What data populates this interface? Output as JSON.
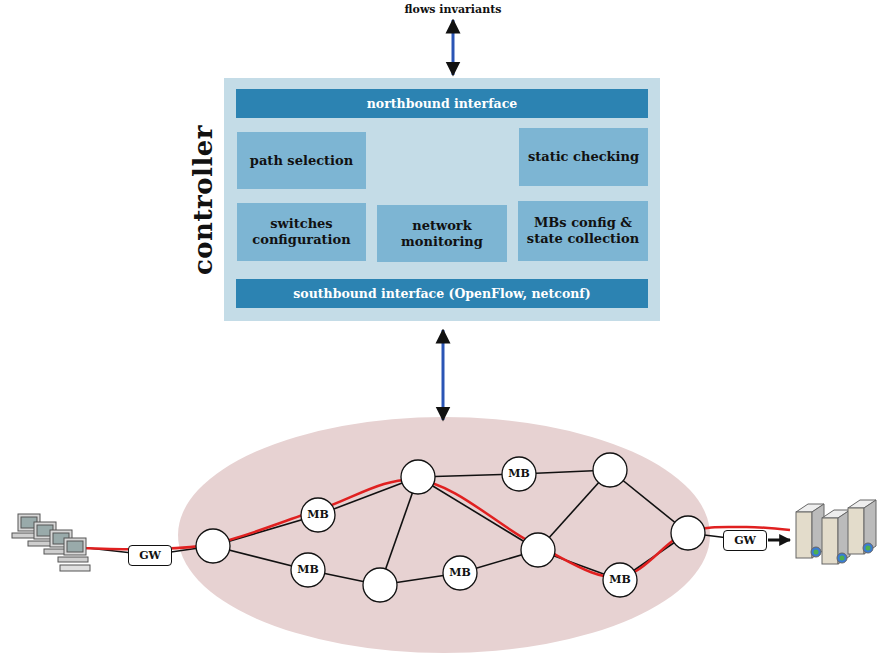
{
  "diagram": {
    "nodes": [
      {
        "text": [
          "controller"
        ]
      },
      {
        "text": [
          "northbound interface"
        ],
        "in": 0
      },
      {
        "text": [
          "path selection"
        ],
        "in": 0
      },
      {
        "text": [
          "static checking"
        ],
        "in": 0
      },
      {
        "text": [
          "switches configuration"
        ],
        "in": 0
      },
      {
        "text": [
          "network monitoring"
        ],
        "in": 0
      },
      {
        "text": [
          "MBs config & state collection"
        ],
        "in": 0
      },
      {
        "text": [
          "southbound interface (OpenFlow, netconf)"
        ],
        "in": 0
      },
      {
        "text": [
          "GW"
        ]
      },
      {
        "text": [
          "MB"
        ]
      },
      {
        "text": [
          "MB"
        ]
      },
      {
        "text": [
          "MB"
        ]
      },
      {
        "text": [
          "MB"
        ]
      },
      {
        "text": [
          "MB"
        ]
      },
      {
        "text": [
          "GW"
        ]
      }
    ],
    "labels": [
      "flows invariants"
    ]
  }
}
